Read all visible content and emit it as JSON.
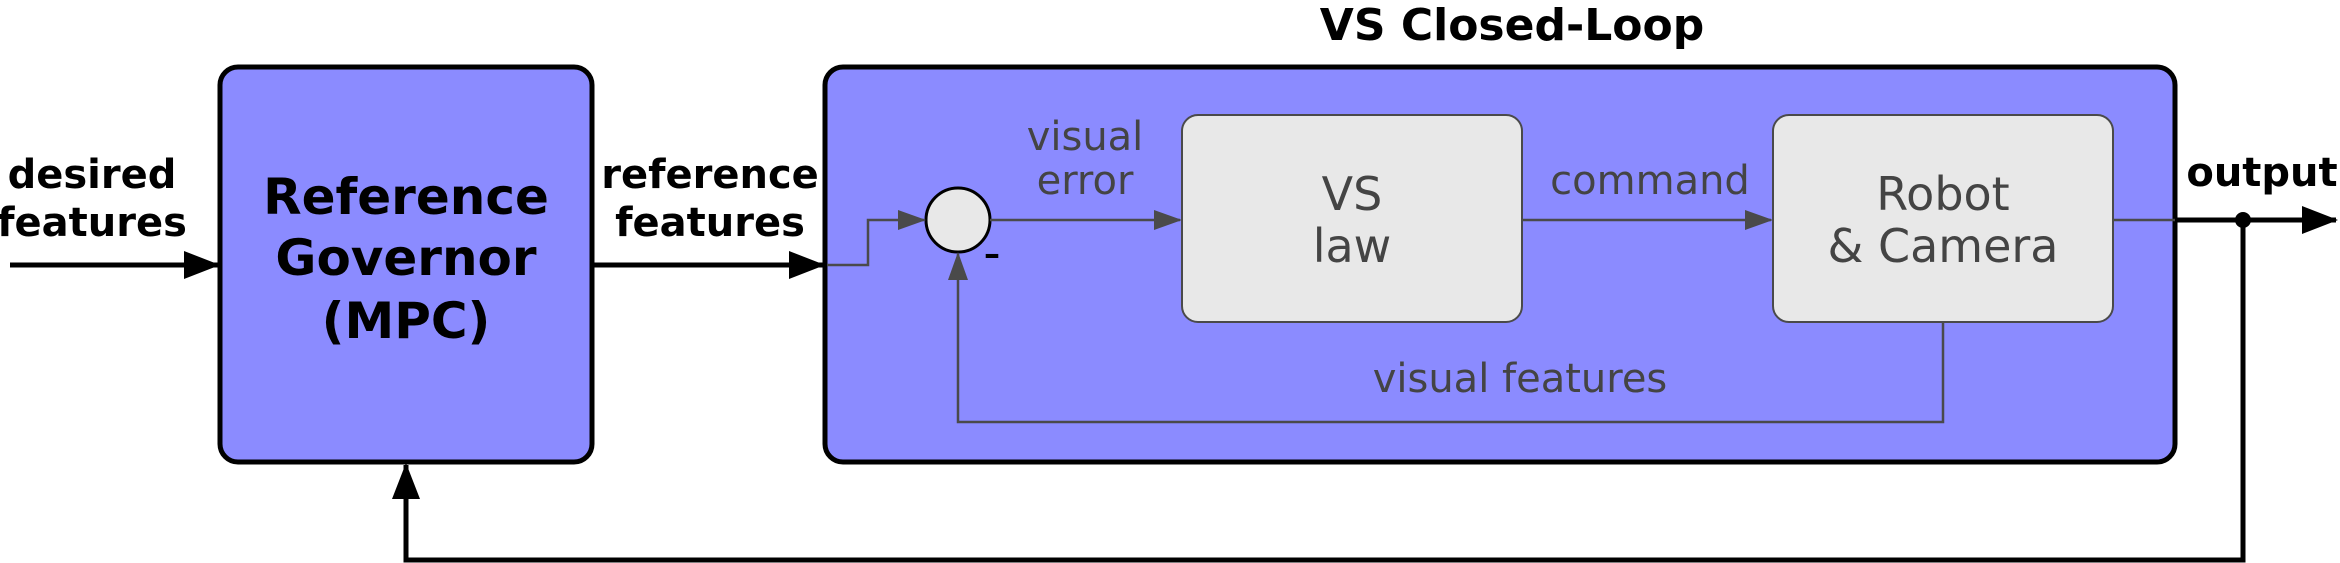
{
  "title": "VS Closed-Loop",
  "labels": {
    "desired_line1": "desired",
    "desired_line2": "features",
    "reference_line1": "reference",
    "reference_line2": "features",
    "output": "output",
    "visual_error_line1": "visual",
    "visual_error_line2": "error",
    "command": "command",
    "visual_features": "visual features",
    "minus_sign": "–"
  },
  "blocks": {
    "governor": {
      "line1": "Reference",
      "line2": "Governor",
      "line3": "(MPC)"
    },
    "vs_law": {
      "line1": "VS",
      "line2": "law"
    },
    "robot": {
      "line1": "Robot",
      "line2": "& Camera"
    }
  },
  "colors": {
    "block_fill": "#8b8bff",
    "inner_block_fill": "#e8e8e8",
    "outer_arrow": "#000000",
    "inner_arrow": "#4a4a4a"
  }
}
